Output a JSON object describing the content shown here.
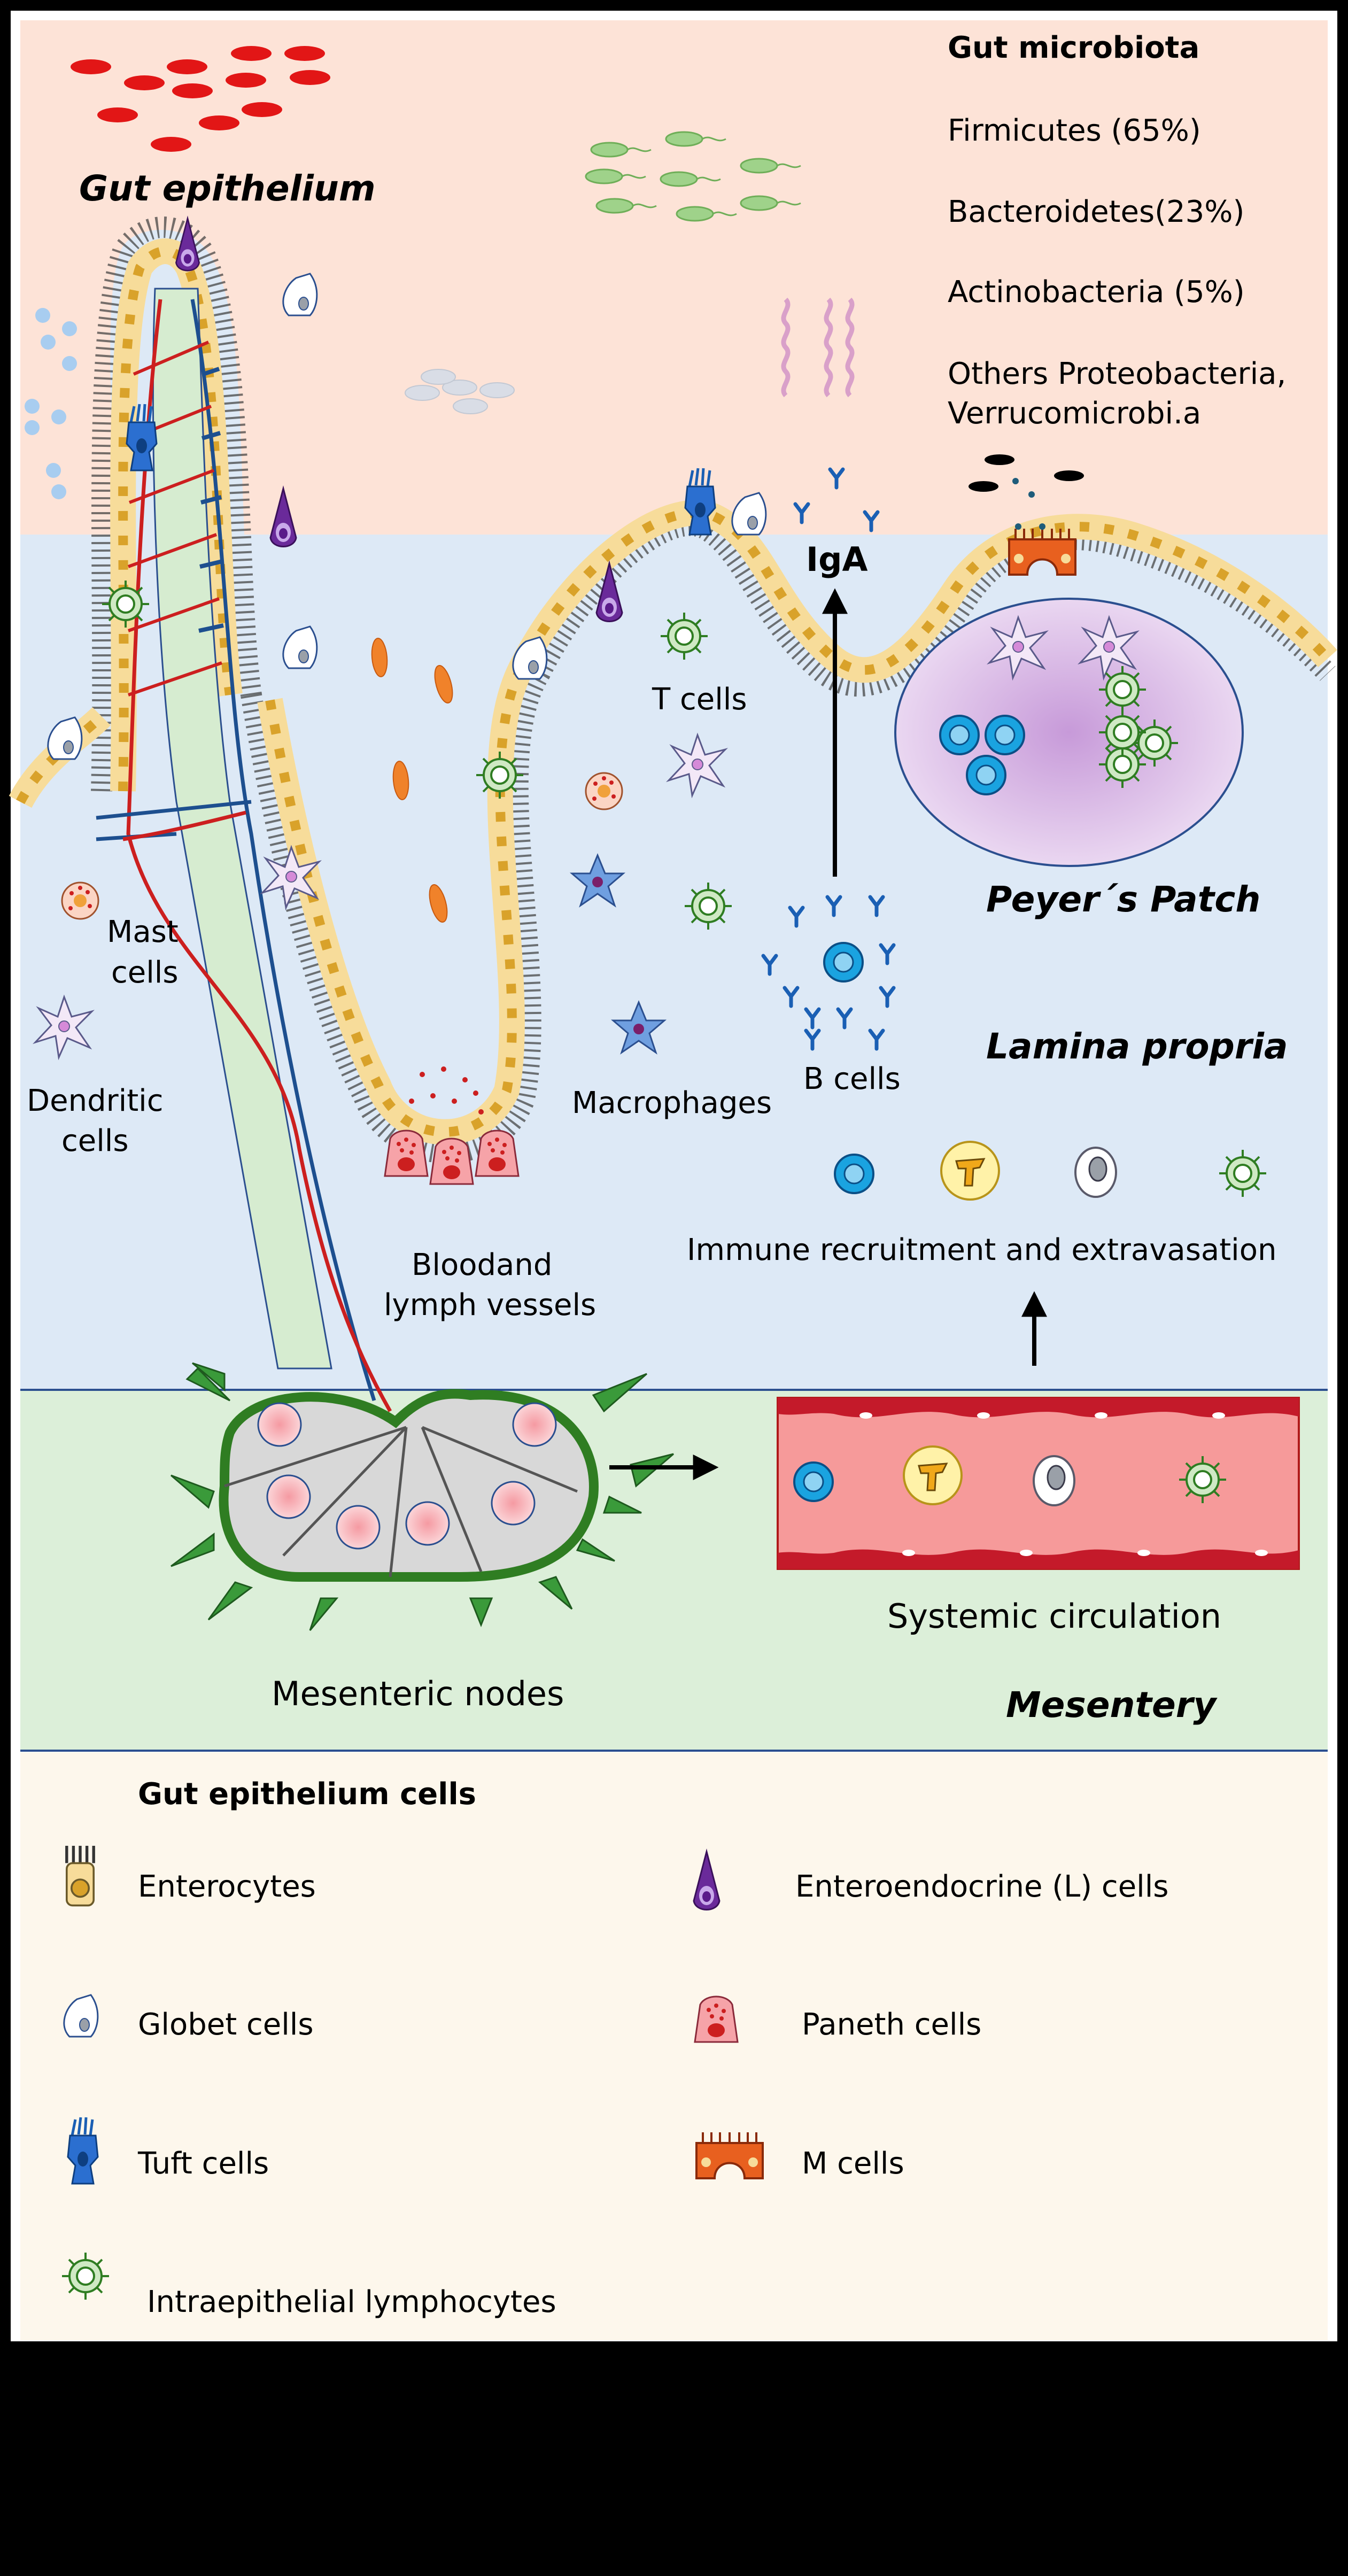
{
  "microbiota": {
    "title": "Gut microbiota",
    "items": [
      "Firmicutes (65%)",
      "Bacteroidetes(23%)",
      "Actinobacteria (5%)",
      "Others Proteobacteria,",
      "Verrucomicrobi.a"
    ]
  },
  "regions": {
    "gut_epithelium": "Gut epithelium",
    "peyers_patch": "Peyer´s Patch",
    "lamina_propria": "Lamina propria",
    "mesentery": "Mesentery"
  },
  "labels": {
    "iga": "IgA",
    "t_cells": "T cells",
    "b_cells": "B cells",
    "mast_1": "Mast",
    "mast_2": "cells",
    "dendritic_1": "Dendritic",
    "dendritic_2": "cells",
    "macrophages": "Macrophages",
    "vessels_1": "Bloodand",
    "vessels_2": "lymph vessels",
    "immune_recruitment": "Immune recruitment and extravasation",
    "systemic_circulation": "Systemic circulation",
    "mesenteric_nodes": "Mesenteric nodes"
  },
  "legend": {
    "title": "Gut epithelium cells",
    "items": {
      "enterocytes": "Enterocytes",
      "globet": "Globet cells",
      "tuft": "Tuft cells",
      "iel": "Intraepithelial lymphocytes",
      "enteroendocrine": "Enteroendocrine (L) cells",
      "paneth": "Paneth cells",
      "m_cells": "M cells"
    }
  },
  "colors": {
    "lumen": "#fde3d7",
    "lamina": "#dde9f6",
    "mesentery": "#dcefd9",
    "legend_bg": "#fdf7ec",
    "enterocyte": "#f7dc9a",
    "nucleus": "#d9a22a",
    "blood": "#cc1f1f",
    "lymph": "#1d4f8f",
    "node_border": "#2f7d22"
  }
}
